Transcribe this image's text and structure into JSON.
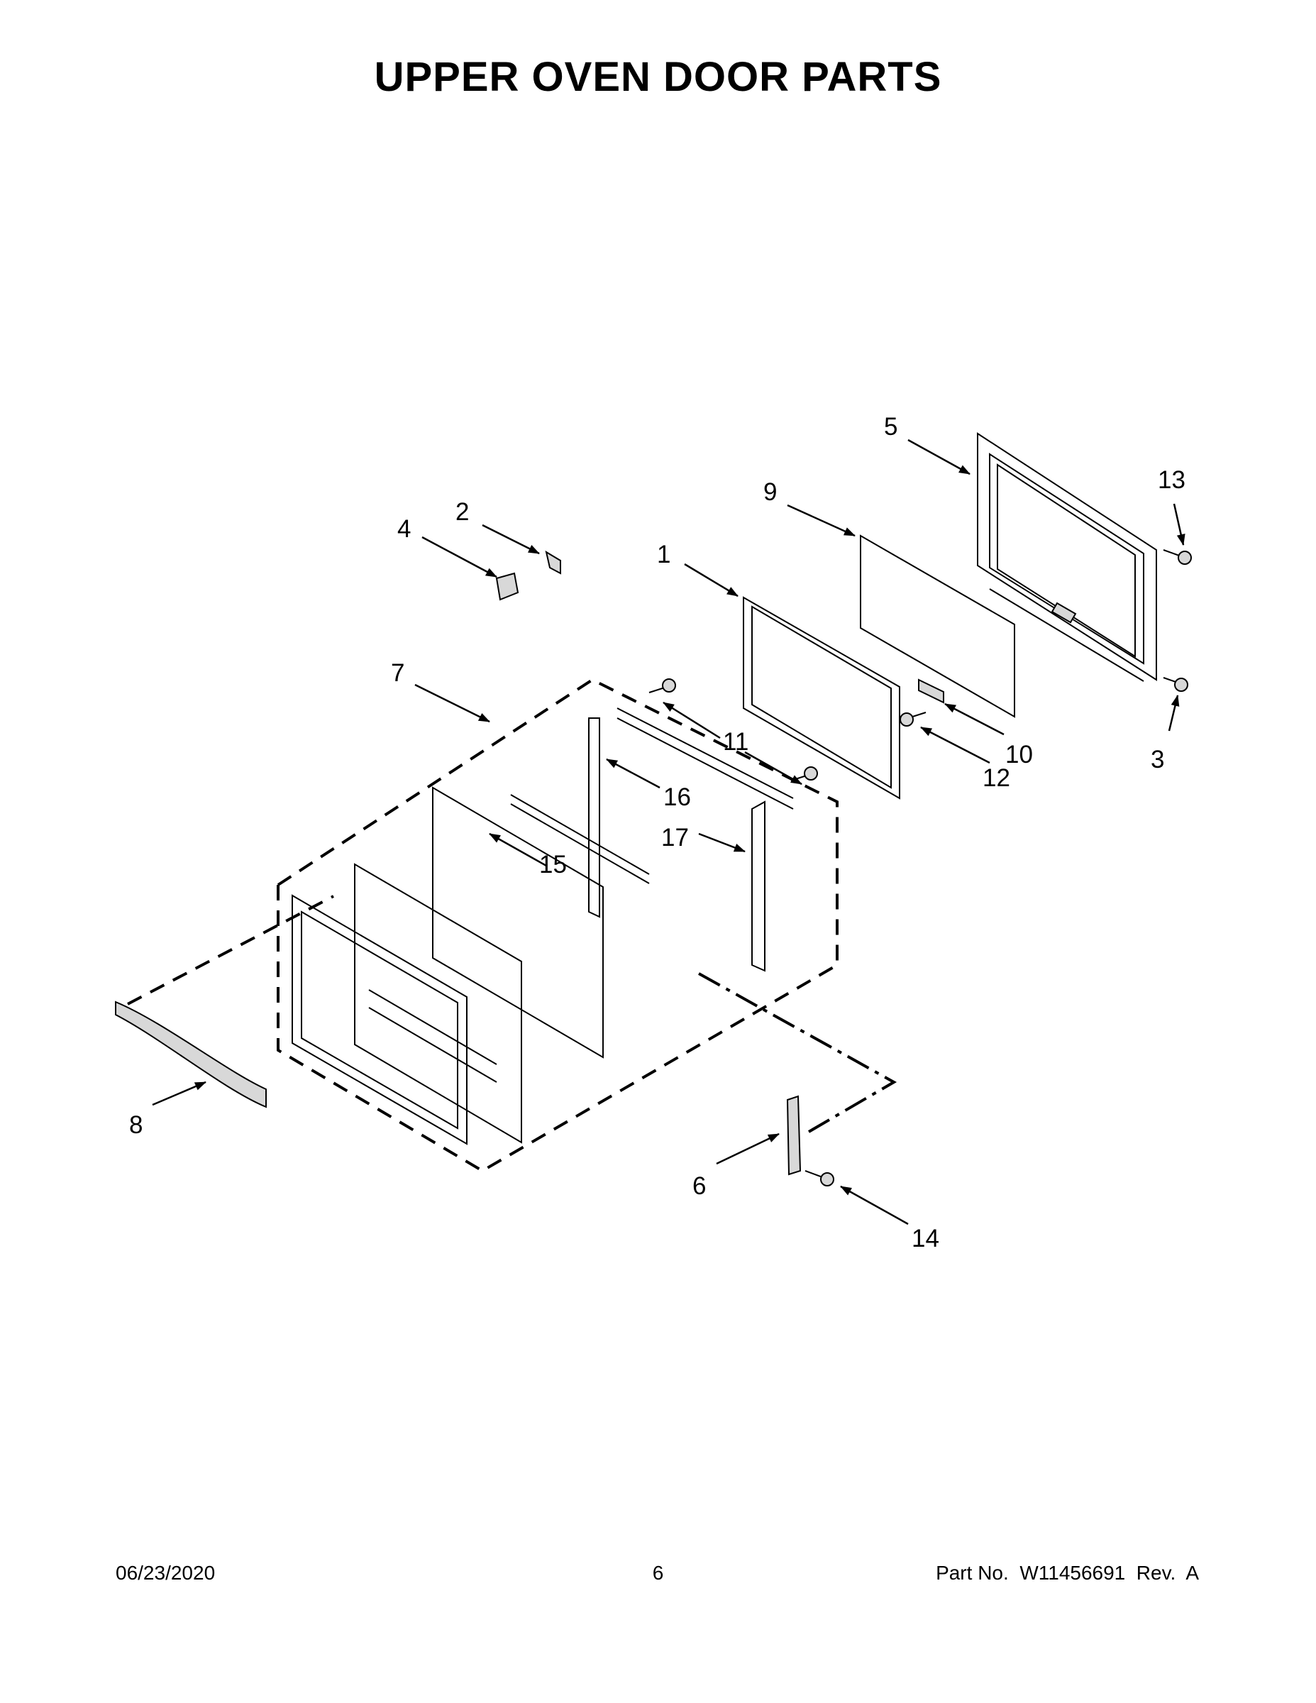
{
  "page": {
    "title": "UPPER OVEN DOOR PARTS",
    "date": "06/23/2020",
    "page_number": "6",
    "part_info": "Part No.  W11456691  Rev.  A"
  },
  "callouts": [
    "1",
    "2",
    "3",
    "4",
    "5",
    "6",
    "7",
    "8",
    "9",
    "10",
    "11",
    "12",
    "13",
    "14",
    "15",
    "16",
    "17"
  ]
}
